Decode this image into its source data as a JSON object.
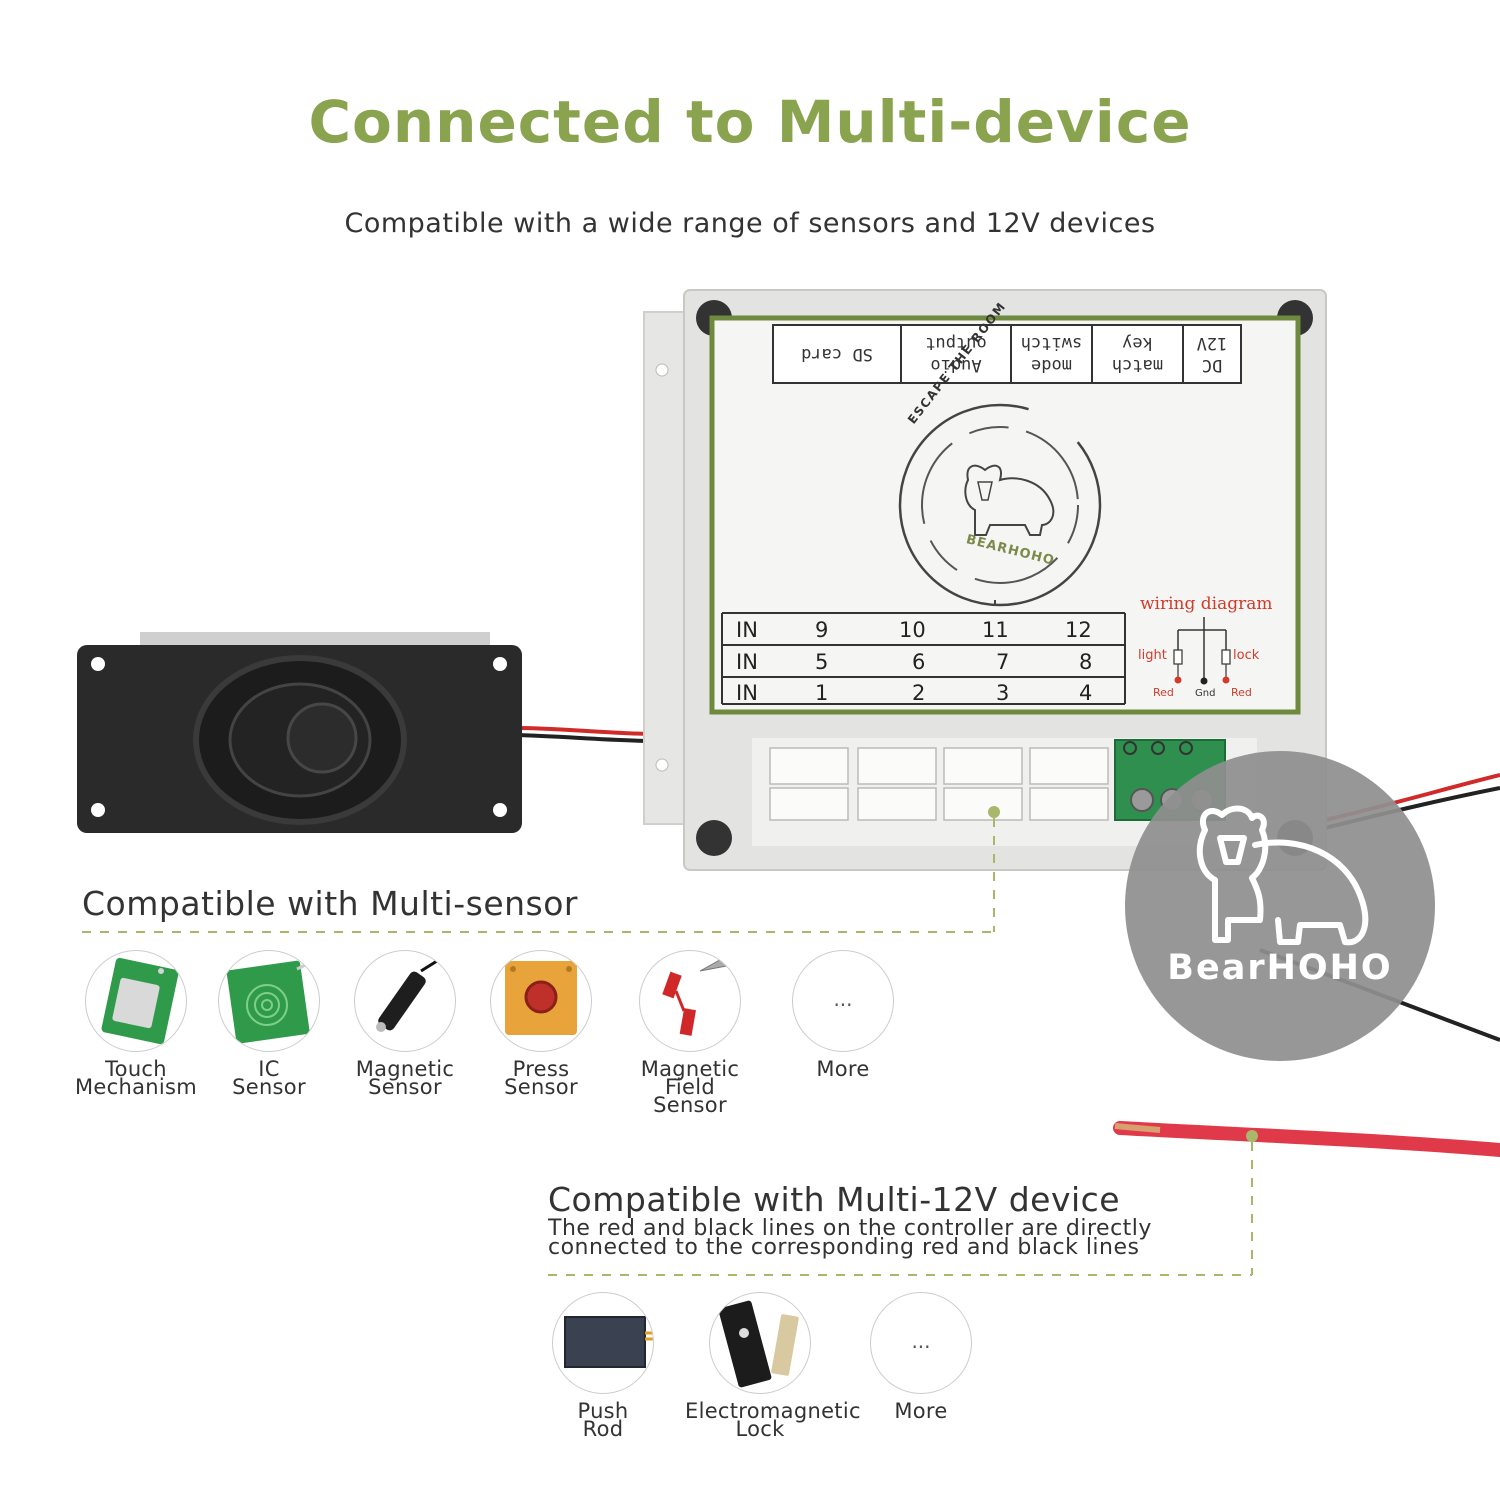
{
  "header": {
    "title": "Connected to Multi-device",
    "subtitle": "Compatible with a wide range of sensors and 12V devices"
  },
  "board": {
    "top_labels": [
      "SD card",
      "Audio output",
      "mode switch",
      "match key",
      "DC 12V"
    ],
    "brand_ring_top": "ESCAPE THE ROOM",
    "brand_ring_bottom": "BEARHOHO",
    "wiring_title": "wiring diagram",
    "wiring_light": "light",
    "wiring_lock": "lock",
    "wiring_red_left": "Red",
    "wiring_gnd": "Gnd",
    "wiring_red_right": "Red",
    "inputs_row1": [
      "IN",
      "9",
      "10",
      "11",
      "12"
    ],
    "inputs_row2": [
      "IN",
      "5",
      "6",
      "7",
      "8"
    ],
    "inputs_row3": [
      "IN",
      "1",
      "2",
      "3",
      "4"
    ]
  },
  "watermark": {
    "brand": "BearHOHO"
  },
  "sensors": {
    "title": "Compatible with Multi-sensor",
    "items": [
      {
        "line1": "Touch",
        "line2": "Mechanism",
        "icon": "touch-sensor-icon"
      },
      {
        "line1": "IC",
        "line2": "Sensor",
        "icon": "ic-sensor-icon"
      },
      {
        "line1": "Magnetic",
        "line2": "Sensor",
        "icon": "magnetic-sensor-icon"
      },
      {
        "line1": "Press",
        "line2": "Sensor",
        "icon": "press-sensor-icon"
      },
      {
        "line1": "Magnetic Field",
        "line2": "Sensor",
        "icon": "magnetic-field-sensor-icon"
      },
      {
        "line1": "More",
        "line2": "",
        "icon": "more-icon",
        "glyph": "..."
      }
    ]
  },
  "devices": {
    "title": "Compatible with Multi-12V device",
    "desc_line1": "The red and black lines on the controller are directly",
    "desc_line2": "connected to the corresponding red and black lines",
    "items": [
      {
        "line1": "Push",
        "line2": "Rod",
        "icon": "push-rod-icon"
      },
      {
        "line1": "Electromagnetic",
        "line2": "Lock",
        "icon": "electromagnetic-lock-icon"
      },
      {
        "line1": "More",
        "line2": "",
        "icon": "more-icon",
        "glyph": "..."
      }
    ]
  },
  "colors": {
    "accent_green": "#8aa34f",
    "dashed_line": "#a7b86a",
    "board_border": "#6e8a3e",
    "wiring_red": "#d23a2a",
    "enclosure": "#e3e3e1",
    "watermark_circle": "#8f8f8f"
  }
}
